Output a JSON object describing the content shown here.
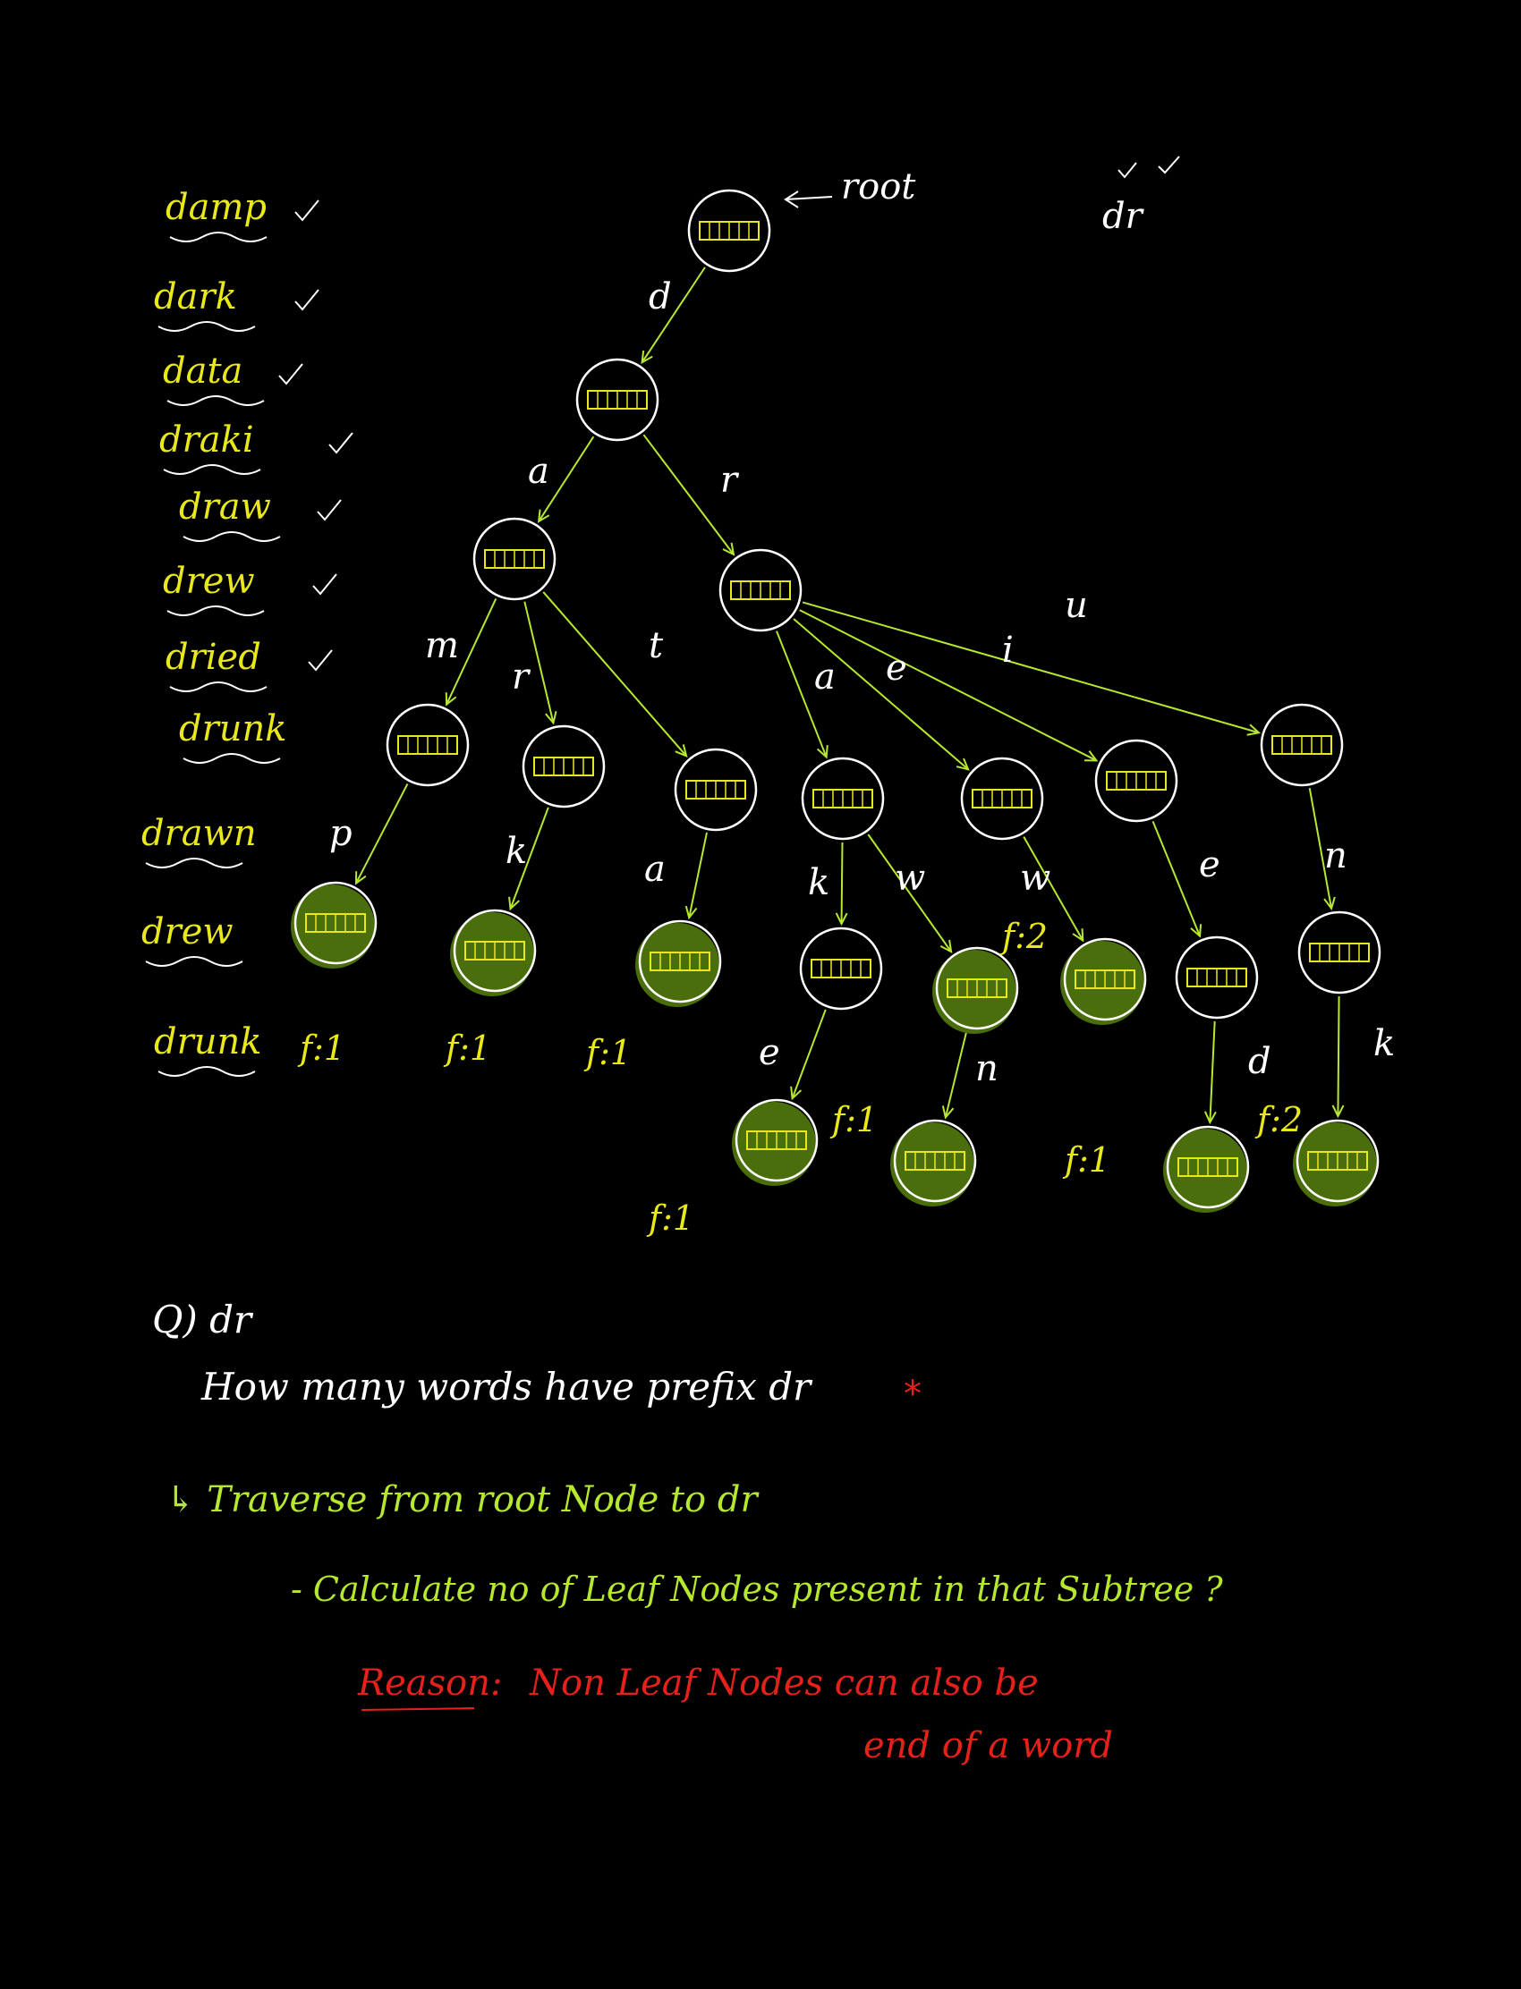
{
  "colors": {
    "background": "#000000",
    "yellow": "#e8e81a",
    "green": "#b6e82e",
    "white": "#ffffff",
    "red": "#e8201a",
    "node_fill": "#4a6e0c"
  },
  "top_right_note": "dr",
  "word_list": [
    {
      "word": "damp",
      "checked": true
    },
    {
      "word": "dark",
      "checked": true
    },
    {
      "word": "data",
      "checked": true
    },
    {
      "word": "draki",
      "checked": true
    },
    {
      "word": "draw",
      "checked": true
    },
    {
      "word": "drew",
      "checked": true
    },
    {
      "word": "dried",
      "checked": true
    },
    {
      "word": "drunk",
      "checked": false
    },
    {
      "word": "drawn",
      "checked": false
    },
    {
      "word": "drew",
      "checked": false
    },
    {
      "word": "drunk",
      "checked": false
    }
  ],
  "trie": {
    "root_label": "root",
    "nodes": [
      {
        "id": "root",
        "end": false
      },
      {
        "id": "d",
        "end": false
      },
      {
        "id": "da",
        "end": false
      },
      {
        "id": "dr",
        "end": false
      },
      {
        "id": "dam",
        "end": false
      },
      {
        "id": "dar",
        "end": false
      },
      {
        "id": "dat",
        "end": false
      },
      {
        "id": "dra",
        "end": false
      },
      {
        "id": "dre",
        "end": false
      },
      {
        "id": "dri",
        "end": false
      },
      {
        "id": "dru",
        "end": false
      },
      {
        "id": "damp",
        "end": true,
        "freq": "f:1"
      },
      {
        "id": "dark",
        "end": true,
        "freq": "f:1"
      },
      {
        "id": "data",
        "end": true,
        "freq": "f:1"
      },
      {
        "id": "drak",
        "end": false
      },
      {
        "id": "draw",
        "end": true,
        "freq": "f:1"
      },
      {
        "id": "drew",
        "end": true,
        "freq": "f:2"
      },
      {
        "id": "drie",
        "end": false
      },
      {
        "id": "drun",
        "end": false
      },
      {
        "id": "drake",
        "end": true,
        "freq": "f:1"
      },
      {
        "id": "drawn",
        "end": true
      },
      {
        "id": "dried",
        "end": true,
        "freq": "f:1"
      },
      {
        "id": "drunk",
        "end": true,
        "freq": "f:2"
      }
    ],
    "edges": [
      {
        "from": "root",
        "to": "d",
        "label": "d"
      },
      {
        "from": "d",
        "to": "da",
        "label": "a"
      },
      {
        "from": "d",
        "to": "dr",
        "label": "r"
      },
      {
        "from": "da",
        "to": "dam",
        "label": "m"
      },
      {
        "from": "da",
        "to": "dar",
        "label": "r"
      },
      {
        "from": "da",
        "to": "dat",
        "label": "t"
      },
      {
        "from": "dr",
        "to": "dra",
        "label": "a"
      },
      {
        "from": "dr",
        "to": "dre",
        "label": "e"
      },
      {
        "from": "dr",
        "to": "dri",
        "label": "i"
      },
      {
        "from": "dr",
        "to": "dru",
        "label": "u"
      },
      {
        "from": "dam",
        "to": "damp",
        "label": "p"
      },
      {
        "from": "dar",
        "to": "dark",
        "label": "k"
      },
      {
        "from": "dat",
        "to": "data",
        "label": "a"
      },
      {
        "from": "dra",
        "to": "drak",
        "label": "k"
      },
      {
        "from": "dra",
        "to": "draw",
        "label": "w"
      },
      {
        "from": "dre",
        "to": "drew",
        "label": "w"
      },
      {
        "from": "dri",
        "to": "drie",
        "label": "e"
      },
      {
        "from": "dru",
        "to": "drun",
        "label": "n"
      },
      {
        "from": "drak",
        "to": "drake",
        "label": "e"
      },
      {
        "from": "draw",
        "to": "drawn",
        "label": "n"
      },
      {
        "from": "drie",
        "to": "dried",
        "label": "d"
      },
      {
        "from": "drun",
        "to": "drunk",
        "label": "k"
      }
    ]
  },
  "question": {
    "title": "Q) dr",
    "line1": "How many words have prefix dr",
    "star": "*",
    "step1": "↳ Traverse from root Node to dr",
    "step2": "- Calculate no of Leaf Nodes present in that Subtree ?",
    "reason_label": "Reason:",
    "reason_text": "Non Leaf Nodes can also be",
    "reason_text2": "end of a word"
  }
}
